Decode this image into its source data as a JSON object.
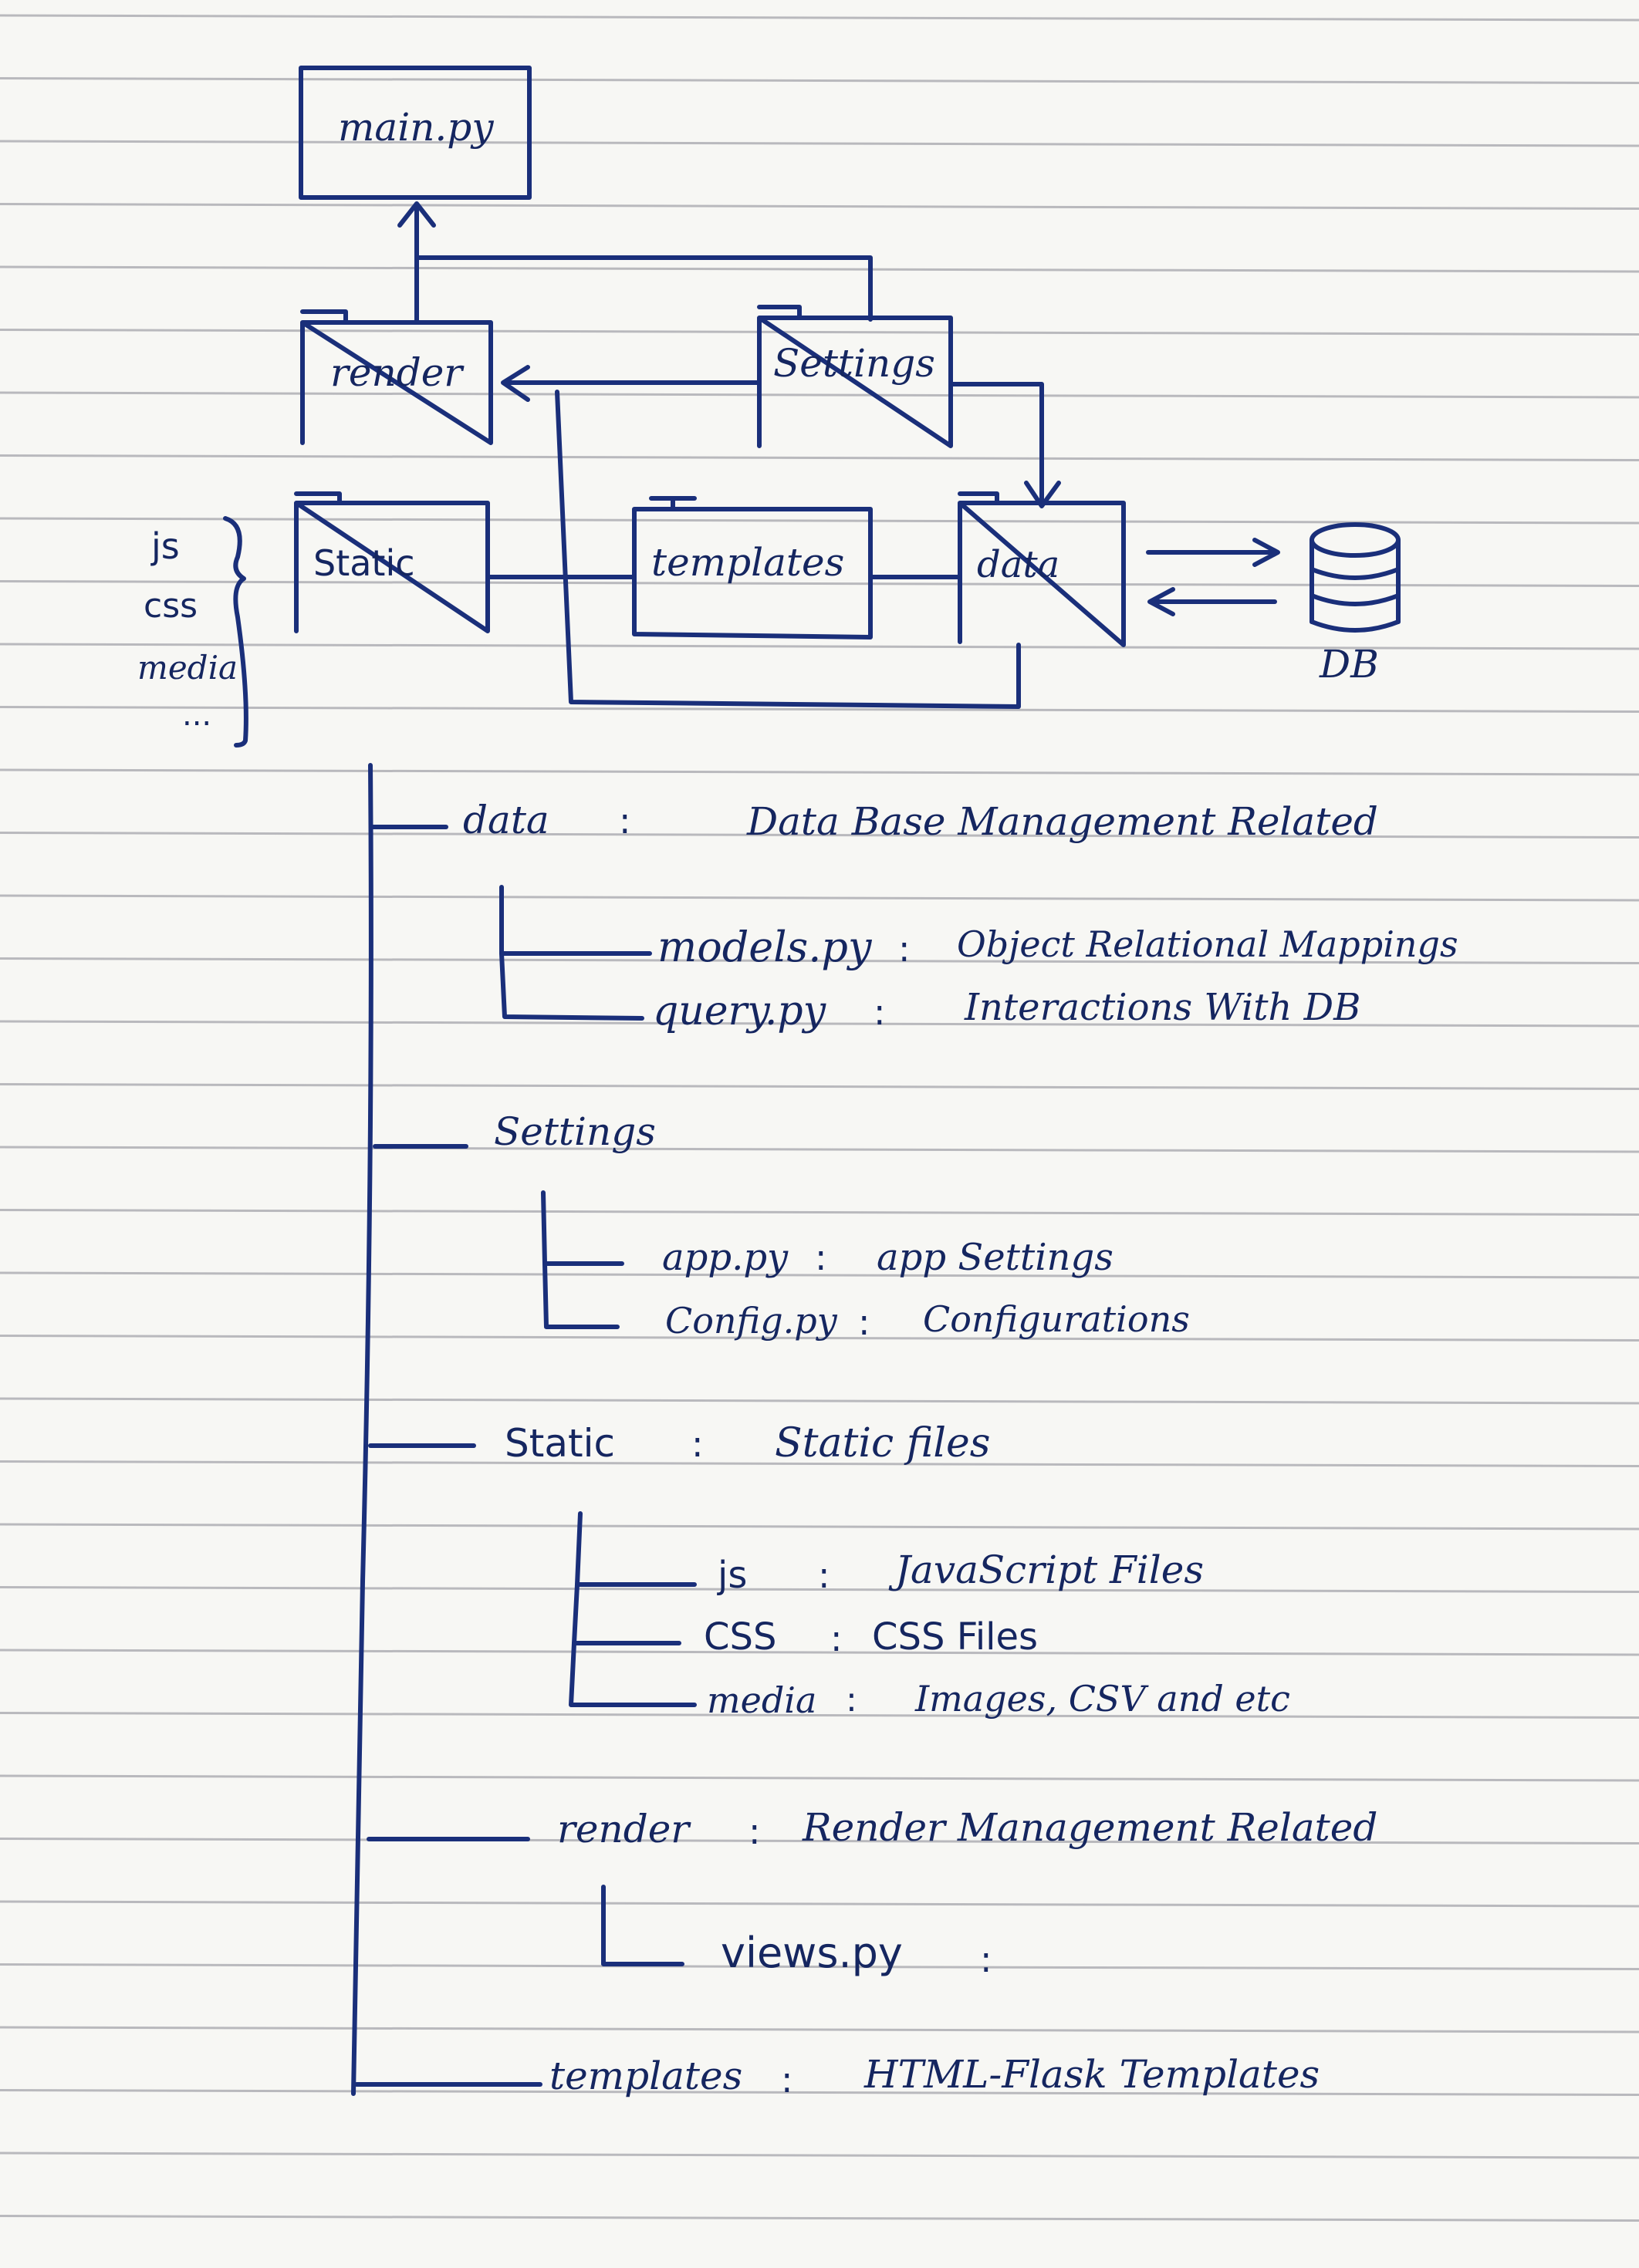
{
  "diagram": {
    "boxes": {
      "main": "main.py",
      "render": "render",
      "settings": "Settings",
      "static": "Static",
      "templates": "templates",
      "data": "data",
      "db": "DB"
    },
    "static_contents": [
      "js",
      "css",
      "media",
      "..."
    ]
  },
  "tree": {
    "data": {
      "name": "data",
      "sep": ":",
      "desc": "Data Base Management Related"
    },
    "models": {
      "name": "models.py",
      "sep": ":",
      "desc": "Object Relational Mappings"
    },
    "query": {
      "name": "query.py",
      "sep": ":",
      "desc": "Interactions With DB"
    },
    "settings": {
      "name": "Settings"
    },
    "app": {
      "name": "app.py",
      "sep": ":",
      "desc": "app Settings"
    },
    "config": {
      "name": "Config.py",
      "sep": ":",
      "desc": "Configurations"
    },
    "static": {
      "name": "Static",
      "sep": ":",
      "desc": "Static files"
    },
    "js": {
      "name": "js",
      "sep": ":",
      "desc": "JavaScript Files"
    },
    "css": {
      "name": "CSS",
      "sep": ":",
      "desc": "CSS Files"
    },
    "media": {
      "name": "media",
      "sep": ":",
      "desc": "Images, CSV and etc"
    },
    "render": {
      "name": "render",
      "sep": ":",
      "desc": "Render Management Related"
    },
    "views": {
      "name": "views.py",
      "sep": ":"
    },
    "templates": {
      "name": "templates",
      "sep": ":",
      "desc": "HTML-Flask Templates"
    }
  }
}
